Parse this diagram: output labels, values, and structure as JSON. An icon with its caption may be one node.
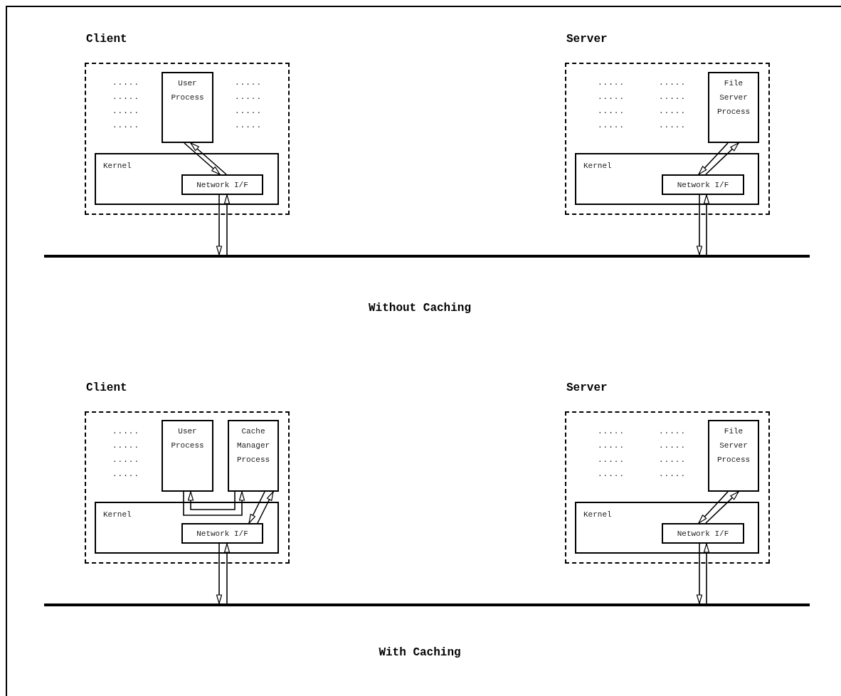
{
  "diagram": {
    "nodes": [
      {
        "text": [
          "Client"
        ]
      },
      {
        "text": [
          "User Process"
        ],
        "in": 0
      },
      {
        "text": [
          "Kernel"
        ],
        "in": 0
      },
      {
        "text": [
          "Network I/F"
        ],
        "in": 2
      },
      {
        "text": [
          "Server"
        ]
      },
      {
        "text": [
          "File Server Process"
        ],
        "in": 4
      },
      {
        "text": [
          "Kernel"
        ],
        "in": 4
      },
      {
        "text": [
          "Network I/F"
        ],
        "in": 6
      },
      {
        "text": [],
        "shape": "bar"
      },
      {
        "text": [
          "Client"
        ]
      },
      {
        "text": [
          "User Process"
        ],
        "in": 9
      },
      {
        "text": [
          "Cache Manager Process"
        ],
        "in": 9
      },
      {
        "text": [
          "Kernel"
        ],
        "in": 9
      },
      {
        "text": [
          "Network I/F"
        ],
        "in": 12
      },
      {
        "text": [
          "Server"
        ]
      },
      {
        "text": [
          "File Server Process"
        ],
        "in": 14
      },
      {
        "text": [
          "Kernel"
        ],
        "in": 14
      },
      {
        "text": [
          "Network I/F"
        ],
        "in": 16
      },
      {
        "text": [],
        "shape": "bar"
      }
    ],
    "edges": [
      {
        "from": 1,
        "to": 3,
        "arrow": "to"
      },
      {
        "from": 3,
        "to": 1,
        "arrow": "to"
      },
      {
        "from": 3,
        "to": 8,
        "arrow": "to"
      },
      {
        "from": 8,
        "to": 3,
        "arrow": "to"
      },
      {
        "from": 5,
        "to": 7,
        "arrow": "to"
      },
      {
        "from": 7,
        "to": 5,
        "arrow": "to"
      },
      {
        "from": 7,
        "to": 8,
        "arrow": "to"
      },
      {
        "from": 8,
        "to": 7,
        "arrow": "to"
      },
      {
        "from": 10,
        "to": 11,
        "arrow": "to"
      },
      {
        "from": 11,
        "to": 10,
        "arrow": "to"
      },
      {
        "from": 11,
        "to": 13,
        "arrow": "to"
      },
      {
        "from": 13,
        "to": 11,
        "arrow": "to"
      },
      {
        "from": 13,
        "to": 18,
        "arrow": "to"
      },
      {
        "from": 18,
        "to": 13,
        "arrow": "to"
      },
      {
        "from": 15,
        "to": 17,
        "arrow": "to"
      },
      {
        "from": 17,
        "to": 15,
        "arrow": "to"
      },
      {
        "from": 17,
        "to": 18,
        "arrow": "to"
      },
      {
        "from": 18,
        "to": 17,
        "arrow": "to"
      }
    ],
    "labels": [
      ".....",
      ".....",
      ".....",
      ".....",
      ".....",
      ".....",
      ".....",
      ".....",
      ".....",
      ".....",
      ".....",
      ".....",
      ".....",
      ".....",
      ".....",
      ".....",
      "Without Caching",
      ".....",
      ".....",
      ".....",
      ".....",
      ".....",
      ".....",
      ".....",
      ".....",
      ".....",
      ".....",
      ".....",
      ".....",
      "With Caching"
    ]
  }
}
